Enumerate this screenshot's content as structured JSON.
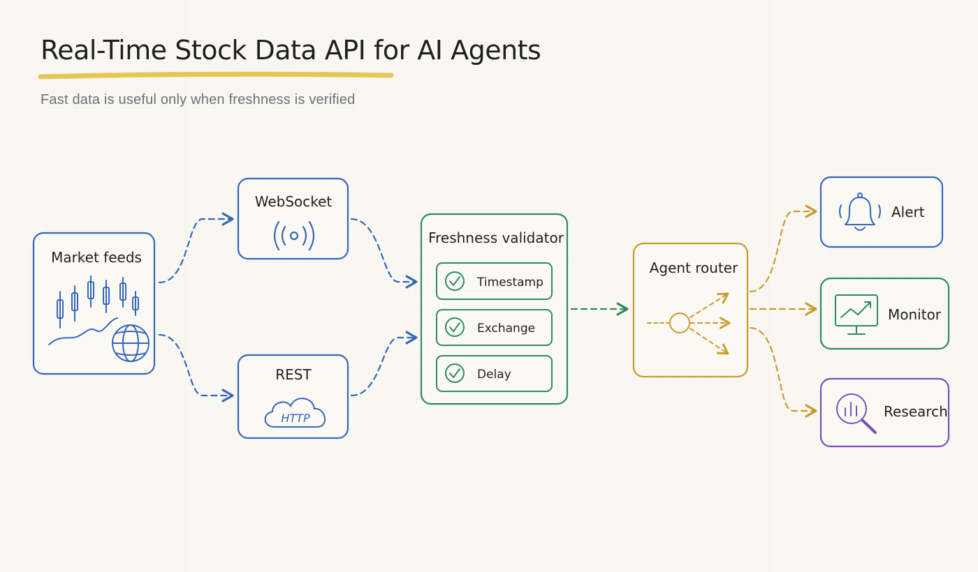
{
  "header": {
    "title": "Real-Time Stock Data API for AI Agents",
    "subtitle": "Fast data is useful only when freshness is verified"
  },
  "nodes": {
    "market_feeds": {
      "label": "Market feeds",
      "icons": [
        "candlestick-chart-icon",
        "globe-icon"
      ]
    },
    "websocket": {
      "label": "WebSocket",
      "icon": "signal-broadcast-icon"
    },
    "rest": {
      "label": "REST",
      "icon": "cloud-icon",
      "icon_text": "HTTP"
    },
    "freshness_validator": {
      "label": "Freshness validator",
      "checks": [
        {
          "label": "Timestamp",
          "icon": "check-circle-icon"
        },
        {
          "label": "Exchange",
          "icon": "check-circle-icon"
        },
        {
          "label": "Delay",
          "icon": "check-circle-icon"
        }
      ]
    },
    "agent_router": {
      "label": "Agent router",
      "icon": "router-fanout-icon"
    },
    "alert": {
      "label": "Alert",
      "icon": "bell-icon"
    },
    "monitor": {
      "label": "Monitor",
      "icon": "monitor-chart-icon"
    },
    "research": {
      "label": "Research",
      "icon": "magnifier-chart-icon"
    }
  },
  "colors": {
    "blue": "#3566b8",
    "green": "#2e8a5e",
    "gold": "#c99a2c",
    "purple": "#7a4fb5",
    "highlight": "#e8c552"
  }
}
